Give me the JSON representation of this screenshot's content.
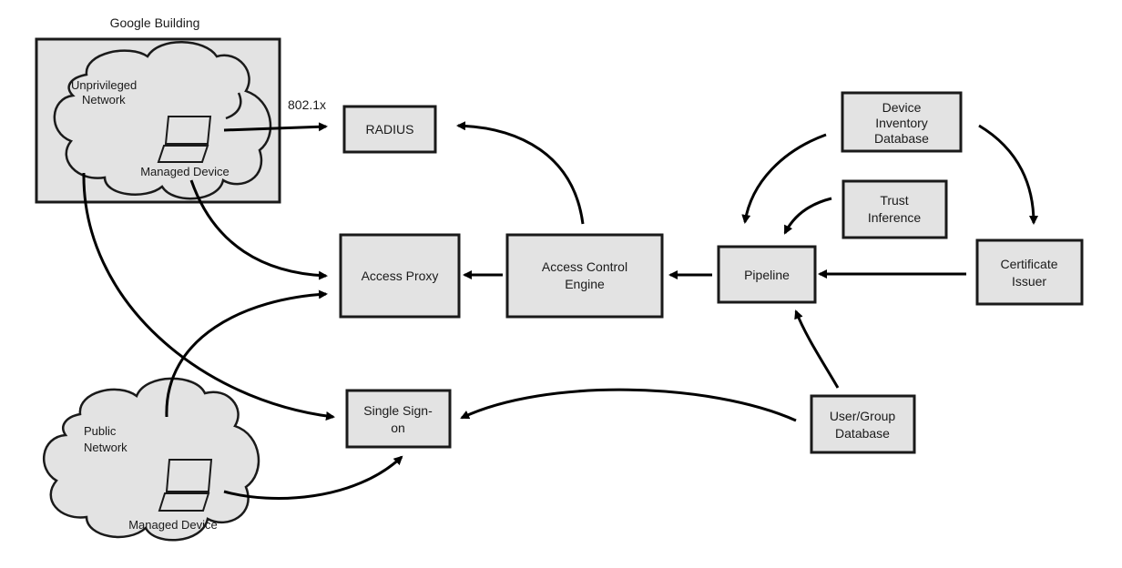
{
  "building": {
    "title": "Google Building"
  },
  "unprivileged_network": {
    "line1": "Unprivileged",
    "line2": "Network",
    "device_label": "Managed Device"
  },
  "public_network": {
    "line1": "Public",
    "line2": "Network",
    "device_label": "Managed Device"
  },
  "edge_labels": {
    "dot1x": "802.1x"
  },
  "nodes": {
    "radius": {
      "line1": "RADIUS"
    },
    "access_proxy": {
      "line1": "Access Proxy"
    },
    "access_control_engine": {
      "line1": "Access Control",
      "line2": "Engine"
    },
    "pipeline": {
      "line1": "Pipeline"
    },
    "device_inventory": {
      "line1": "Device",
      "line2": "Inventory",
      "line3": "Database"
    },
    "trust_inference": {
      "line1": "Trust",
      "line2": "Inference"
    },
    "certificate_issuer": {
      "line1": "Certificate",
      "line2": "Issuer"
    },
    "single_sign_on": {
      "line1": "Single Sign-",
      "line2": "on"
    },
    "user_group_db": {
      "line1": "User/Group",
      "line2": "Database"
    }
  },
  "colors": {
    "fill": "#e3e3e3",
    "stroke": "#1a1a1a",
    "arrow": "#000000"
  }
}
